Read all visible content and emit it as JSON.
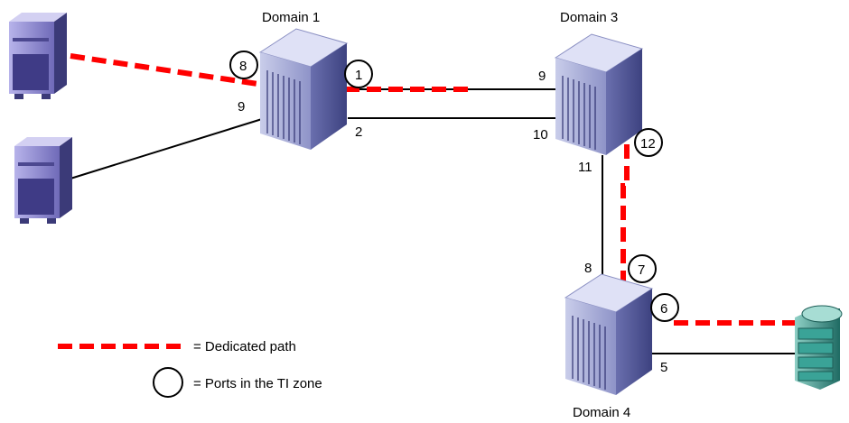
{
  "domains": {
    "d1": "Domain 1",
    "d3": "Domain 3",
    "d4": "Domain 4"
  },
  "ports": {
    "p8_d1": "8",
    "p1_d1": "1",
    "p9_d1": "9",
    "p2_d1": "2",
    "p9_d3": "9",
    "p10_d3": "10",
    "p12_d3": "12",
    "p11_d3": "11",
    "p8_d4": "8",
    "p7_d4": "7",
    "p6_d4": "6",
    "p5_d4": "5"
  },
  "legend": {
    "dedicated_path": "= Dedicated path",
    "ti_zone_ports": "= Ports in the TI zone"
  },
  "colors": {
    "dedicated_path": "#ff0000",
    "link": "#000000",
    "switch_face": "#b4b8e0",
    "switch_top": "#dcdff5",
    "switch_side": "#5a5f9a",
    "server_front": "#9a96d8",
    "server_dark": "#3a3a7a",
    "storage": "#2f8f86"
  }
}
